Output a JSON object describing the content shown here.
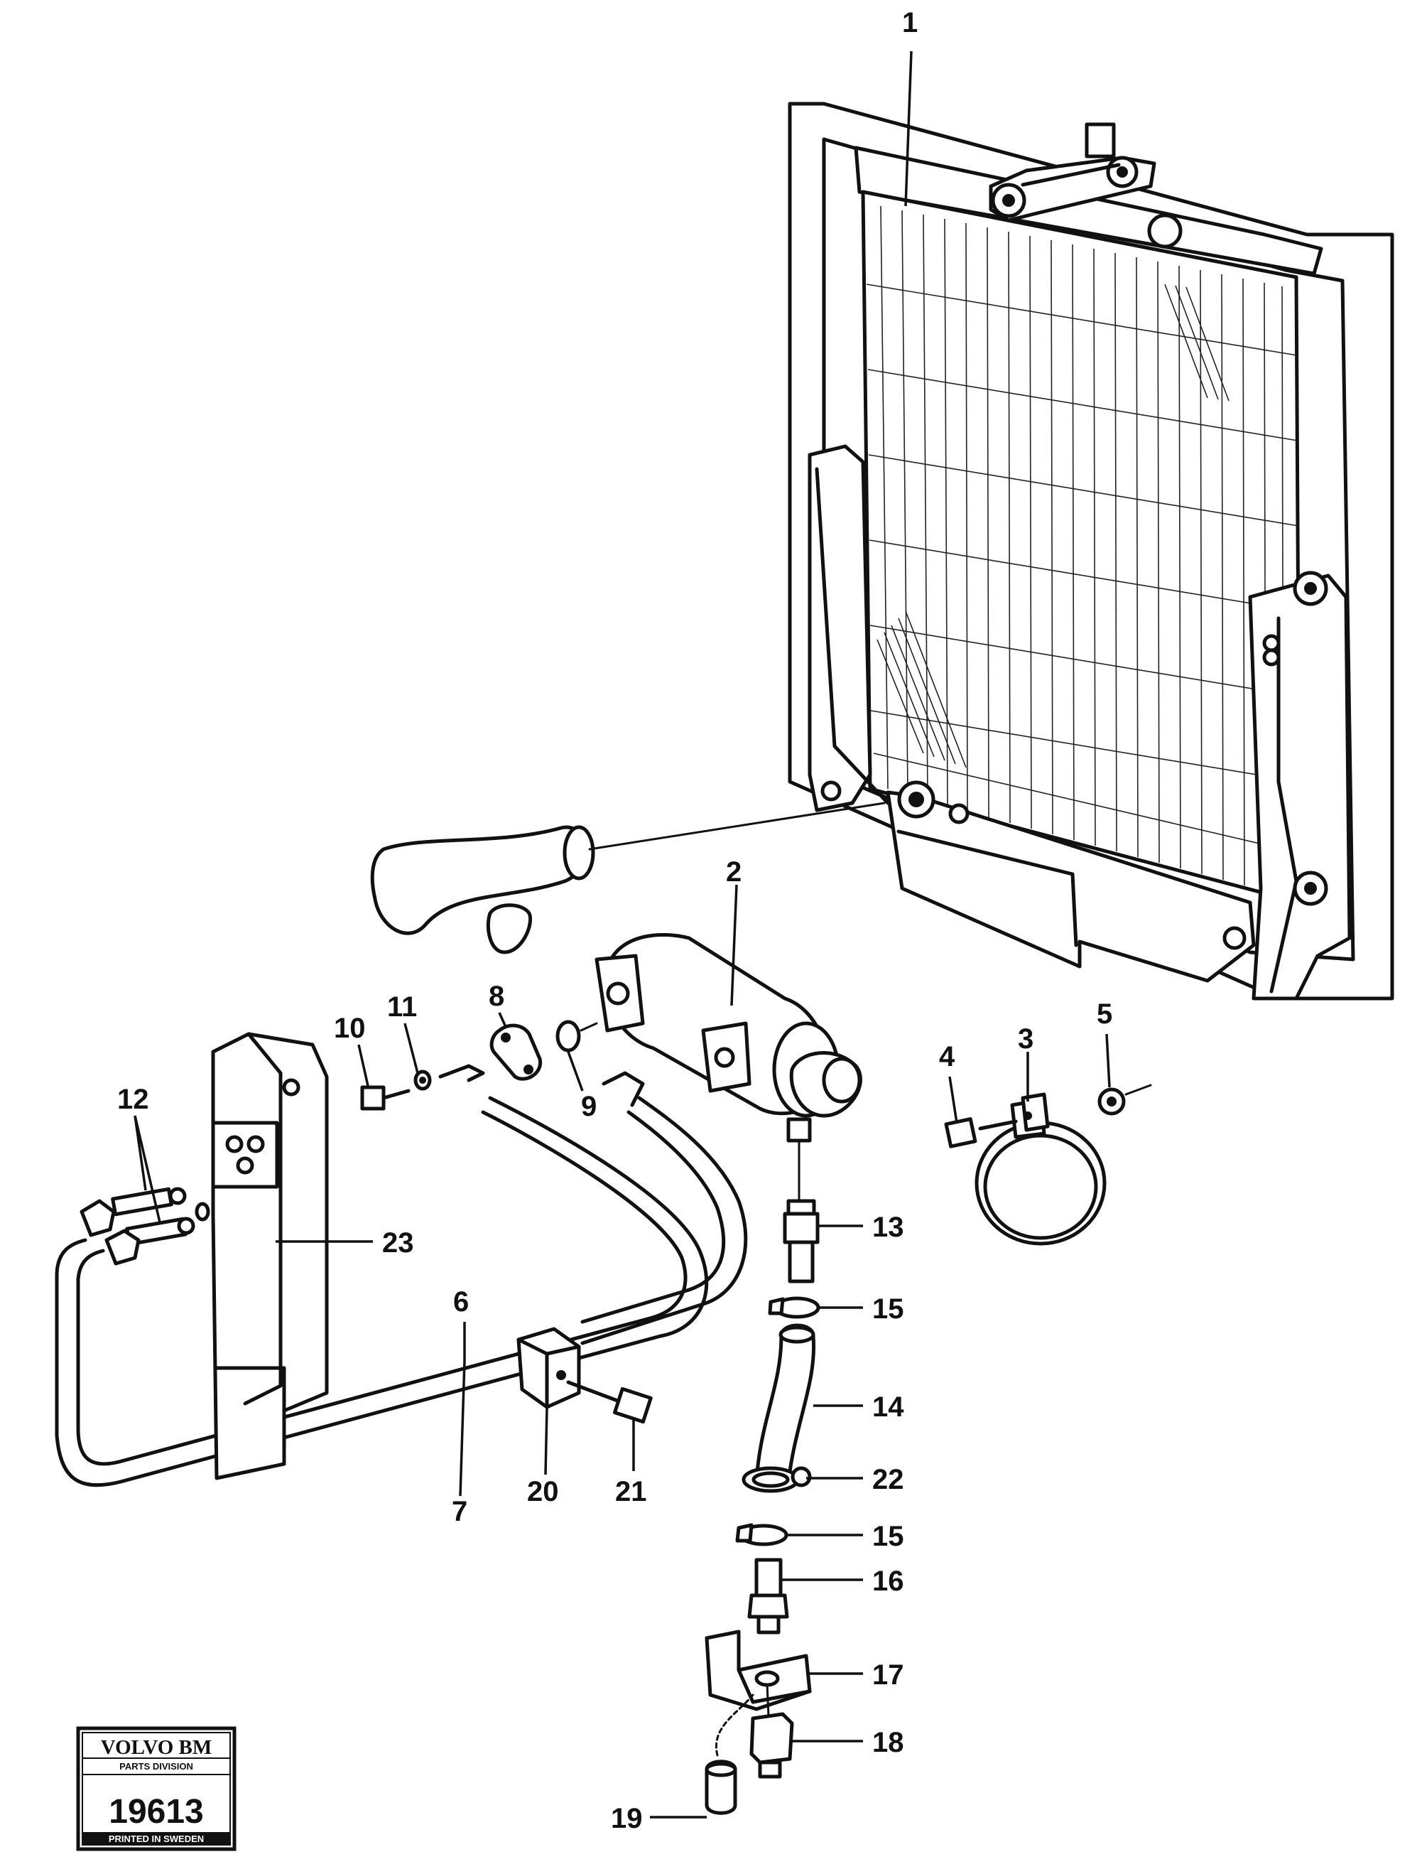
{
  "callouts": [
    {
      "id": "1",
      "label": "1"
    },
    {
      "id": "2",
      "label": "2"
    },
    {
      "id": "3",
      "label": "3"
    },
    {
      "id": "4",
      "label": "4"
    },
    {
      "id": "5",
      "label": "5"
    },
    {
      "id": "6",
      "label": "6"
    },
    {
      "id": "7",
      "label": "7"
    },
    {
      "id": "8",
      "label": "8"
    },
    {
      "id": "9",
      "label": "9"
    },
    {
      "id": "10",
      "label": "10"
    },
    {
      "id": "11",
      "label": "11"
    },
    {
      "id": "12",
      "label": "12"
    },
    {
      "id": "13",
      "label": "13"
    },
    {
      "id": "14",
      "label": "14"
    },
    {
      "id": "15a",
      "label": "15"
    },
    {
      "id": "15b",
      "label": "15"
    },
    {
      "id": "16",
      "label": "16"
    },
    {
      "id": "17",
      "label": "17"
    },
    {
      "id": "18",
      "label": "18"
    },
    {
      "id": "19",
      "label": "19"
    },
    {
      "id": "20",
      "label": "20"
    },
    {
      "id": "21",
      "label": "21"
    },
    {
      "id": "22",
      "label": "22"
    },
    {
      "id": "23",
      "label": "23"
    }
  ],
  "plate": {
    "brand": "VOLVO BM",
    "division": "PARTS DIVISION",
    "number": "19613",
    "printed": "PRINTED IN SWEDEN"
  }
}
